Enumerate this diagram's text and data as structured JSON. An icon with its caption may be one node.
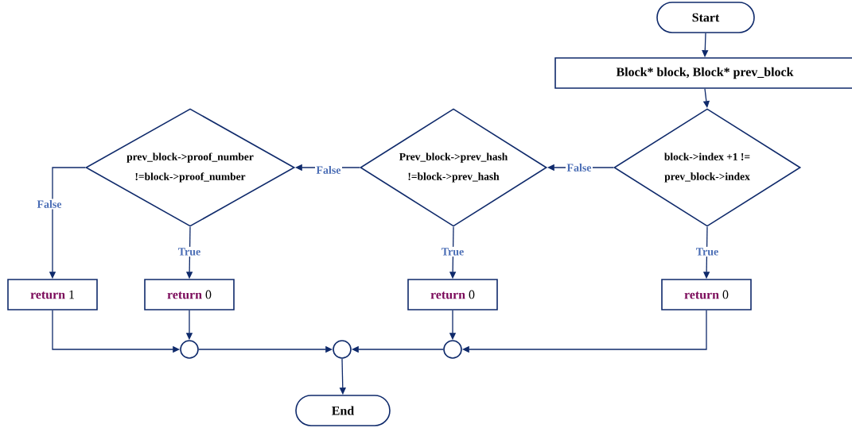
{
  "diagram": {
    "nodes": [
      {
        "text": [
          "Start"
        ]
      },
      {
        "text": [
          "Block* block, Block* prev_block"
        ]
      },
      {
        "text": [
          "block->index +1 != prev_block->index"
        ]
      },
      {
        "text": [
          "Prev_block->prev_hash !=block->prev_hash"
        ]
      },
      {
        "text": [
          "prev_block->proof_number !=block->proof_number"
        ]
      },
      {
        "text": [
          "return",
          "1"
        ]
      },
      {
        "text": [
          "return",
          "0"
        ]
      },
      {
        "text": [
          "return",
          "0"
        ]
      },
      {
        "text": [
          "return",
          "0"
        ]
      },
      {
        "text": [],
        "shape": "circle"
      },
      {
        "text": [],
        "shape": "circle"
      },
      {
        "text": [],
        "shape": "circle"
      },
      {
        "text": [
          "End"
        ]
      }
    ],
    "edges": [
      {
        "from": 0,
        "to": 1,
        "arrow": "to"
      },
      {
        "from": 1,
        "to": 2,
        "arrow": "to"
      },
      {
        "from": 2,
        "to": 3,
        "arrow": "to",
        "label": "False"
      },
      {
        "from": 3,
        "to": 4,
        "arrow": "to",
        "label": "False"
      },
      {
        "from": 4,
        "to": 5,
        "arrow": "to",
        "label": "False"
      },
      {
        "from": 4,
        "to": 6,
        "arrow": "to",
        "label": "True"
      },
      {
        "from": 3,
        "to": 7,
        "arrow": "to",
        "label": "True"
      },
      {
        "from": 2,
        "to": 8,
        "arrow": "to",
        "label": "True"
      },
      {
        "from": 5,
        "to": 9,
        "arrow": "to"
      },
      {
        "from": 6,
        "to": 9,
        "arrow": "to"
      },
      {
        "from": 7,
        "to": 11,
        "arrow": "to"
      },
      {
        "from": 8,
        "to": 11,
        "arrow": "to"
      },
      {
        "from": 9,
        "to": 10,
        "arrow": "to"
      },
      {
        "from": 11,
        "to": 10,
        "arrow": "to"
      },
      {
        "from": 10,
        "to": 12,
        "arrow": "to"
      }
    ]
  }
}
